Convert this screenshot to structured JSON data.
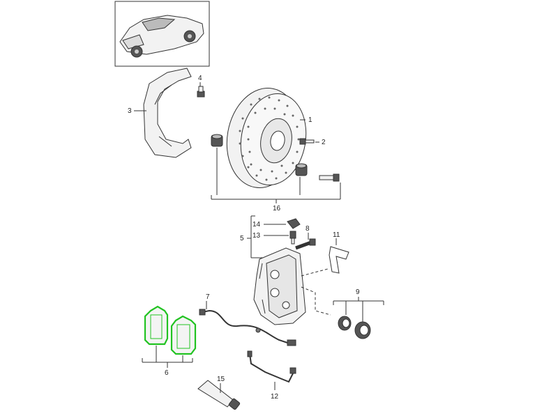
{
  "labels": {
    "p1": "1",
    "p2": "2",
    "p3": "3",
    "p4": "4",
    "p5": "5",
    "p6": "6",
    "p7": "7",
    "p8": "8",
    "p9": "9",
    "p11": "11",
    "p12": "12",
    "p13": "13",
    "p14": "14",
    "p15": "15",
    "p16": "16"
  },
  "highlight": {
    "part": "6",
    "color": "#22c322"
  },
  "colors": {
    "line": "#333333",
    "part_fill": "#f2f2f2",
    "highlight": "#22c322"
  }
}
